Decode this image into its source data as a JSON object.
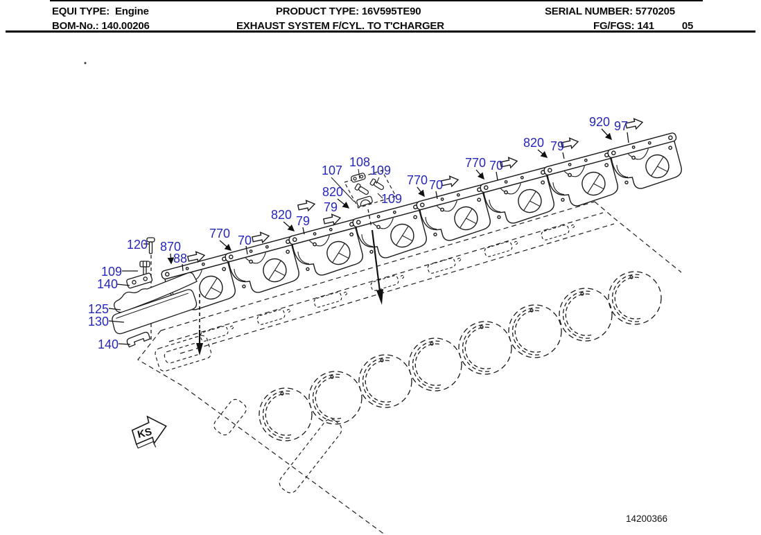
{
  "header": {
    "equi_type_label": "EQUI TYPE:",
    "equi_type_value": "Engine",
    "product_type_label": "PRODUCT TYPE:",
    "product_type_value": "16V595TE90",
    "serial_number_label": "SERIAL NUMBER:",
    "serial_number_value": "5770205",
    "bom_no_label": "BOM-No.:",
    "bom_no_value": "140.00206",
    "sheet_title": "EXHAUST SYSTEM F/CYL. TO T'CHARGER",
    "fg_fgs_label": "FG/FGS:",
    "fg_fgs_value": "141",
    "fg_fgs_sheet": "05"
  },
  "diagram": {
    "figure_number": "14200366",
    "direction_marker": "KS",
    "callout_color": "#2626bb",
    "callouts": [
      "120",
      "870",
      "88",
      "109",
      "140",
      "125",
      "130",
      "140",
      "770",
      "70",
      "820",
      "79",
      "107",
      "108",
      "109",
      "820",
      "79",
      "109",
      "770",
      "70",
      "770",
      "70",
      "820",
      "79",
      "920",
      "97"
    ]
  }
}
